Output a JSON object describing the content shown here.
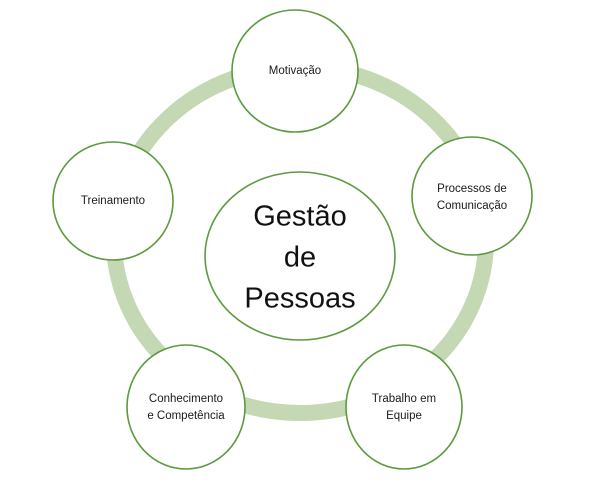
{
  "diagram": {
    "type": "radial-cycle",
    "title": "Gestão de Pessoas",
    "background_color": "#ffffff",
    "colors": {
      "circle_stroke": "#5b9a3f",
      "ring_band": "#c3d8b3",
      "node_fill": "#ffffff",
      "center_fill": "#ffffff",
      "node_text": "#1a1a1a",
      "center_text": "#111111"
    },
    "center": {
      "name": "center-node",
      "lines": [
        "Gestão",
        "de",
        "Pessoas"
      ],
      "line1": "Gestão",
      "line2": "de",
      "line3": "Pessoas"
    },
    "nodes": [
      {
        "id": "motivacao",
        "lines": [
          "Motivação"
        ],
        "line1": "Motivação",
        "line2": "",
        "position": "top"
      },
      {
        "id": "processos-de-comunicacao",
        "lines": [
          "Processos de",
          "Comunicação"
        ],
        "line1": "Processos de",
        "line2": "Comunicação",
        "position": "right"
      },
      {
        "id": "trabalho-em-equipe",
        "lines": [
          "Trabalho em",
          "Equipe"
        ],
        "line1": "Trabalho em",
        "line2": "Equipe",
        "position": "bottom-right"
      },
      {
        "id": "conhecimento-e-competencia",
        "lines": [
          "Conhecimento",
          "e Competência"
        ],
        "line1": "Conhecimento",
        "line2": "e Competência",
        "position": "bottom-left"
      },
      {
        "id": "treinamento",
        "lines": [
          "Treinamento"
        ],
        "line1": "Treinamento",
        "line2": "",
        "position": "left"
      }
    ]
  }
}
